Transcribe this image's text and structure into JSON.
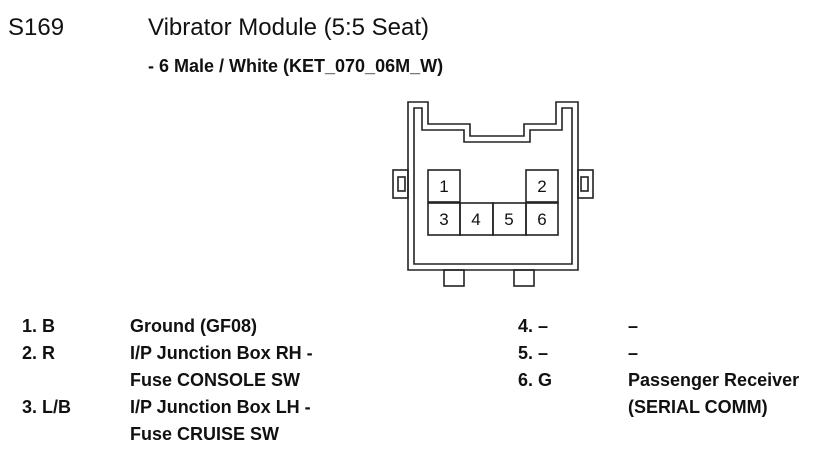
{
  "header": {
    "code": "S169",
    "title": "Vibrator Module (5:5 Seat)",
    "subtitle": "- 6 Male / White (KET_070_06M_W)"
  },
  "connector": {
    "pins": [
      "1",
      "2",
      "3",
      "4",
      "5",
      "6"
    ]
  },
  "pinout": [
    {
      "pin": "1. B",
      "lines": [
        "Ground (GF08)"
      ]
    },
    {
      "pin": "2. R",
      "lines": [
        "I/P Junction Box RH -",
        "Fuse CONSOLE SW"
      ]
    },
    {
      "pin": "3. L/B",
      "lines": [
        "I/P Junction Box LH -",
        "Fuse CRUISE SW"
      ]
    },
    {
      "pin": "4. –",
      "lines": [
        "–"
      ]
    },
    {
      "pin": "5. –",
      "lines": [
        "–"
      ]
    },
    {
      "pin": "6. G",
      "lines": [
        "Passenger Receiver",
        "(SERIAL COMM)"
      ]
    }
  ]
}
